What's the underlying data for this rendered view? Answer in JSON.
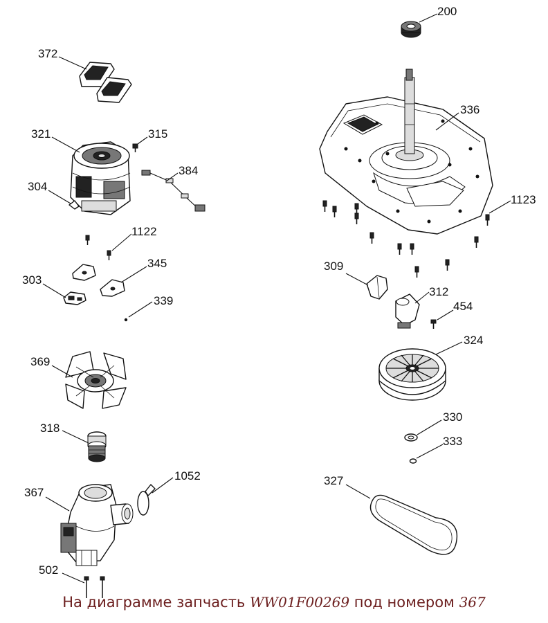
{
  "labels": {
    "p200": "200",
    "p336": "336",
    "p1123": "1123",
    "p372": "372",
    "p321": "321",
    "p315": "315",
    "p384": "384",
    "p304": "304",
    "p1122": "1122",
    "p345": "345",
    "p303": "303",
    "p339": "339",
    "p309": "309",
    "p312": "312",
    "p454": "454",
    "p324": "324",
    "p369": "369",
    "p318": "318",
    "p330": "330",
    "p333": "333",
    "p367": "367",
    "p1052": "1052",
    "p327": "327",
    "p502": "502"
  },
  "caption": {
    "prefix": "На диаграмме запчасть",
    "part_code": "WW01F00269",
    "suffix": "под номером",
    "part_number": "367"
  },
  "colors": {
    "caption": "#6b1d1d",
    "line": "#111111",
    "background": "#ffffff"
  }
}
